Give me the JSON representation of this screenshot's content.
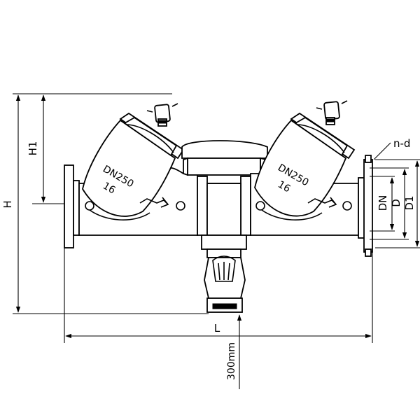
{
  "labels": {
    "h1": "H1",
    "h": "H",
    "l": "L",
    "n_d": "n-d",
    "dn": "DN",
    "d": "D",
    "d1": "D1",
    "clearance": "300mm",
    "left_nominal": "DN250",
    "left_pressure": "16",
    "right_nominal": "DN250",
    "right_pressure": "16"
  }
}
